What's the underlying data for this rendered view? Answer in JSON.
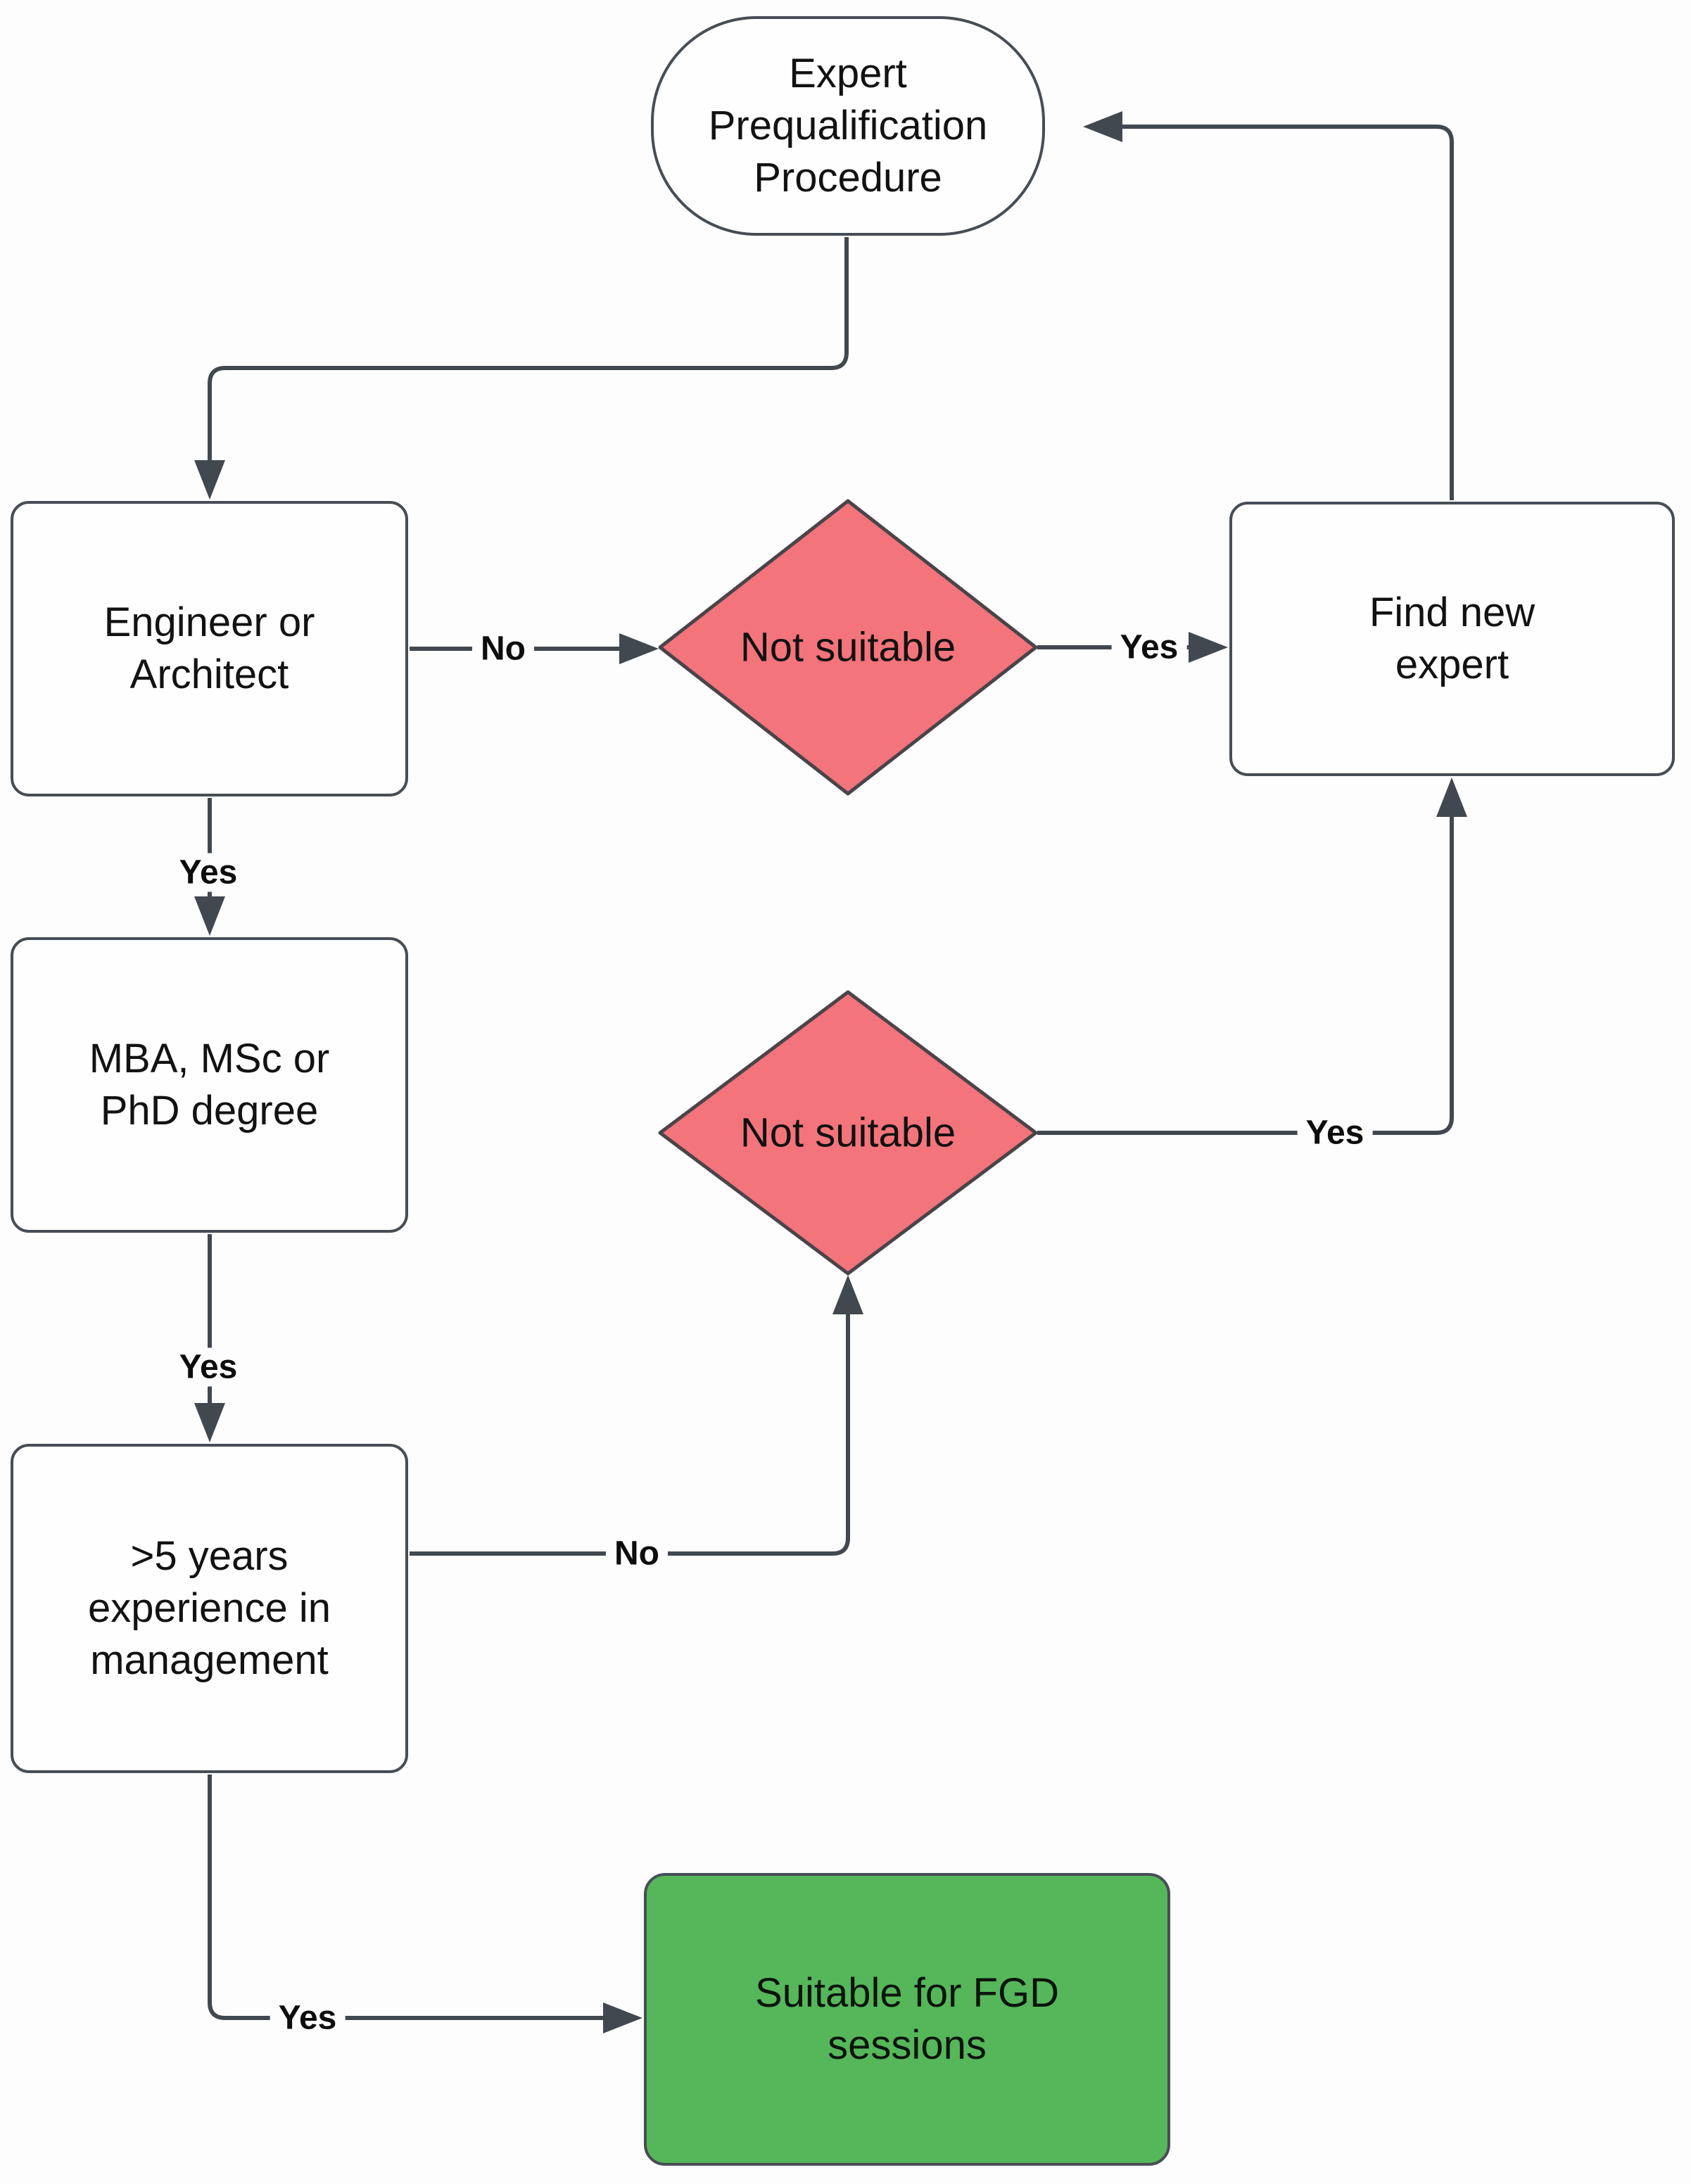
{
  "diagram": {
    "title": "Expert Prequalification Procedure flowchart",
    "colors": {
      "background": "#fdfdfd",
      "connector_stroke": "#42484f",
      "node_border": "#474d55",
      "decision_fill": "#f3747b",
      "success_fill": "#55b75a",
      "process_fill": "#fefefe",
      "text": "#121212"
    },
    "nodes": {
      "start": {
        "label": "Expert Prequalification Procedure",
        "shape": "terminator",
        "fill": "#fefefe"
      },
      "engineer": {
        "label": "Engineer or Architect",
        "shape": "process",
        "fill": "#fefefe"
      },
      "not_suitable_1": {
        "label": "Not suitable",
        "shape": "decision",
        "fill": "#f3747b"
      },
      "find_new_expert": {
        "label": "Find new expert",
        "shape": "process",
        "fill": "#fefefe"
      },
      "degree": {
        "label": "MBA, MSc or PhD degree",
        "shape": "process",
        "fill": "#fefefe"
      },
      "experience": {
        "label": ">5 years experience in management",
        "shape": "process",
        "fill": "#fefefe"
      },
      "not_suitable_2": {
        "label": "Not suitable",
        "shape": "decision",
        "fill": "#f3747b"
      },
      "suitable": {
        "label": "Suitable for FGD sessions",
        "shape": "result",
        "fill": "#55b75a"
      }
    },
    "edges": [
      {
        "from": "start",
        "to": "engineer",
        "label": ""
      },
      {
        "from": "engineer",
        "to": "not_suitable_1",
        "label": "No"
      },
      {
        "from": "not_suitable_1",
        "to": "find_new_expert",
        "label": "Yes"
      },
      {
        "from": "find_new_expert",
        "to": "start",
        "label": ""
      },
      {
        "from": "engineer",
        "to": "degree",
        "label": "Yes"
      },
      {
        "from": "degree",
        "to": "experience",
        "label": "Yes"
      },
      {
        "from": "experience",
        "to": "not_suitable_2",
        "label": "No"
      },
      {
        "from": "not_suitable_2",
        "to": "find_new_expert",
        "label": "Yes"
      },
      {
        "from": "experience",
        "to": "suitable",
        "label": "Yes"
      }
    ]
  }
}
